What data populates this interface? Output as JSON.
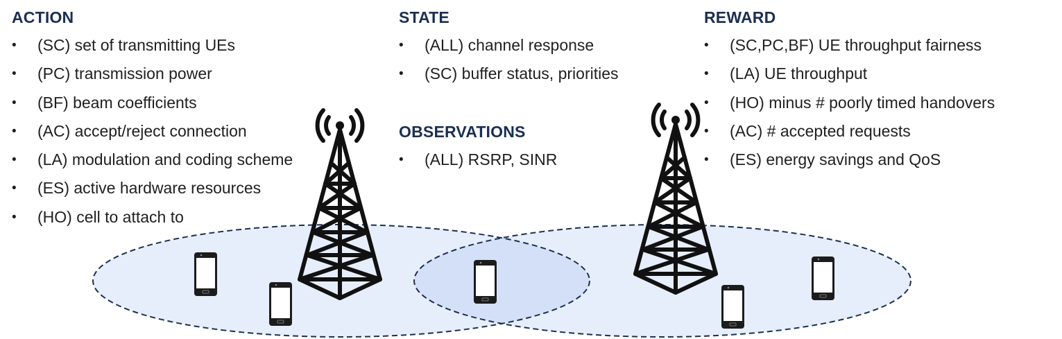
{
  "sections": {
    "action": {
      "title": "ACTION",
      "items": [
        "(SC) set of transmitting UEs",
        "(PC) transmission power",
        "(BF) beam coefficients",
        "(AC) accept/reject connection",
        "(LA) modulation and coding scheme",
        "(ES) active hardware resources",
        "(HO) cell to attach to"
      ]
    },
    "state": {
      "title": "STATE",
      "items": [
        "(ALL) channel response",
        "(SC) buffer status, priorities"
      ]
    },
    "observations": {
      "title": "OBSERVATIONS",
      "items": [
        "(ALL) RSRP, SINR"
      ]
    },
    "reward": {
      "title": "REWARD",
      "items": [
        "(SC,PC,BF) UE throughput fairness",
        "(LA) UE throughput",
        "(HO) minus # poorly timed handovers",
        "(AC) # accepted requests",
        "(ES) energy savings and QoS"
      ]
    }
  },
  "bullet_glyph": "•",
  "colors": {
    "heading": "#1a2f52",
    "text": "#1f1f1f",
    "cell_fill": "#e6eefb",
    "cell_overlap_fill": "#d3e0f7",
    "cell_border": "#1a2f52",
    "tower": "#111111"
  },
  "icons": [
    "cell-tower-icon",
    "smartphone-icon"
  ]
}
